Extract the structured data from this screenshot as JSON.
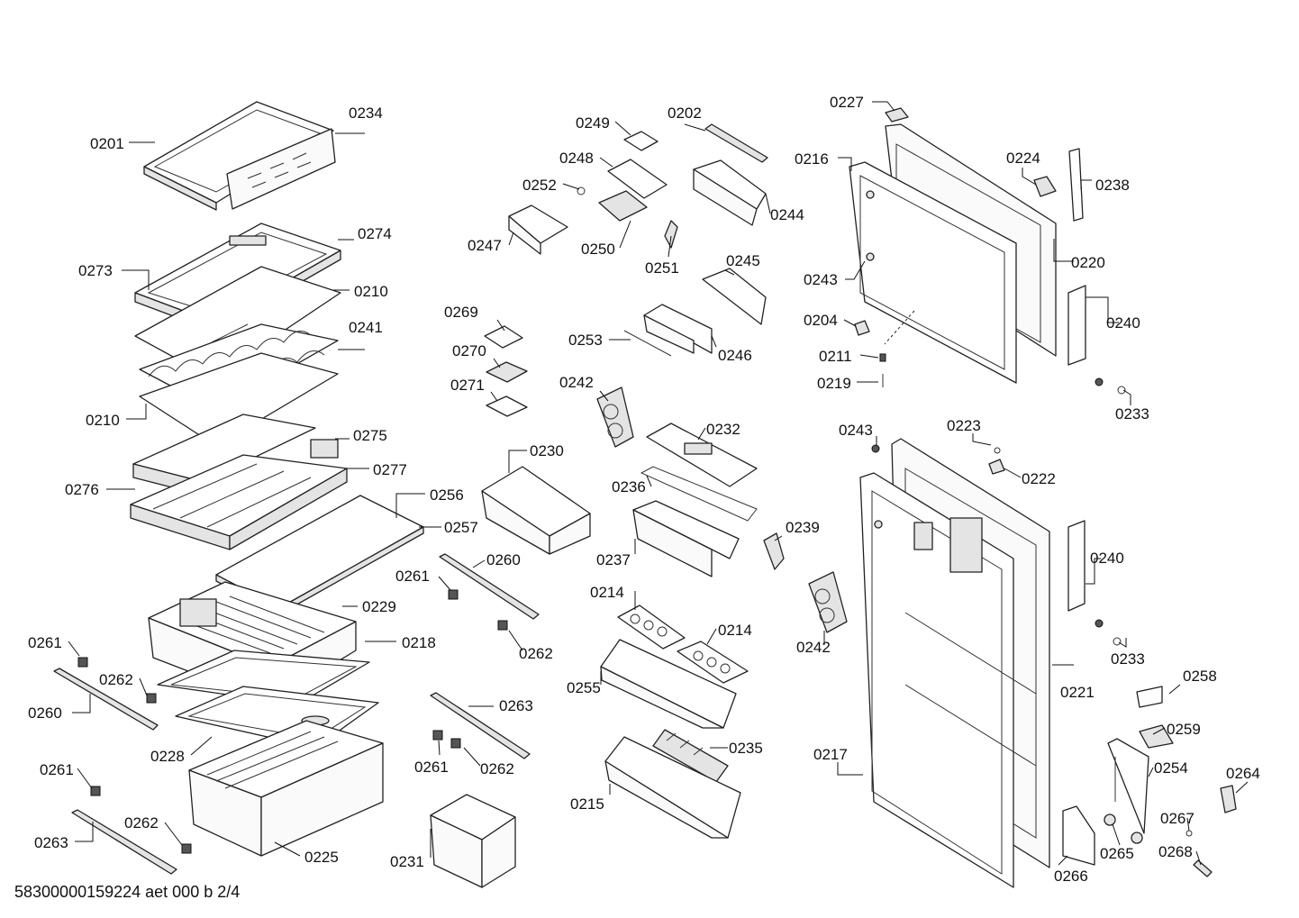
{
  "document_id": "58300000159224 aet 000 b 2/4",
  "callouts": [
    {
      "id": "c01",
      "number": "0201"
    },
    {
      "id": "c02",
      "number": "0234"
    },
    {
      "id": "c03",
      "number": "0274"
    },
    {
      "id": "c04",
      "number": "0273"
    },
    {
      "id": "c05",
      "number": "0210"
    },
    {
      "id": "c06",
      "number": "0241"
    },
    {
      "id": "c07",
      "number": "0210"
    },
    {
      "id": "c08",
      "number": "0275"
    },
    {
      "id": "c09",
      "number": "0277"
    },
    {
      "id": "c10",
      "number": "0276"
    },
    {
      "id": "c11",
      "number": "0256"
    },
    {
      "id": "c12",
      "number": "0257"
    },
    {
      "id": "c13",
      "number": "0229"
    },
    {
      "id": "c14",
      "number": "0218"
    },
    {
      "id": "c15",
      "number": "0261"
    },
    {
      "id": "c16",
      "number": "0262"
    },
    {
      "id": "c17",
      "number": "0260"
    },
    {
      "id": "c18",
      "number": "0228"
    },
    {
      "id": "c19",
      "number": "0261"
    },
    {
      "id": "c20",
      "number": "0262"
    },
    {
      "id": "c21",
      "number": "0263"
    },
    {
      "id": "c22",
      "number": "0225"
    },
    {
      "id": "c23",
      "number": "0249"
    },
    {
      "id": "c24",
      "number": "0202"
    },
    {
      "id": "c25",
      "number": "0248"
    },
    {
      "id": "c26",
      "number": "0252"
    },
    {
      "id": "c27",
      "number": "0247"
    },
    {
      "id": "c28",
      "number": "0250"
    },
    {
      "id": "c29",
      "number": "0251"
    },
    {
      "id": "c30",
      "number": "0244"
    },
    {
      "id": "c31",
      "number": "0245"
    },
    {
      "id": "c32",
      "number": "0269"
    },
    {
      "id": "c33",
      "number": "0270"
    },
    {
      "id": "c34",
      "number": "0271"
    },
    {
      "id": "c35",
      "number": "0253"
    },
    {
      "id": "c36",
      "number": "0246"
    },
    {
      "id": "c37",
      "number": "0242"
    },
    {
      "id": "c38",
      "number": "0230"
    },
    {
      "id": "c39",
      "number": "0232"
    },
    {
      "id": "c40",
      "number": "0236"
    },
    {
      "id": "c41",
      "number": "0237"
    },
    {
      "id": "c42",
      "number": "0239"
    },
    {
      "id": "c43",
      "number": "0260"
    },
    {
      "id": "c44",
      "number": "0261"
    },
    {
      "id": "c45",
      "number": "0262"
    },
    {
      "id": "c46",
      "number": "0214"
    },
    {
      "id": "c47",
      "number": "0214"
    },
    {
      "id": "c48",
      "number": "0255"
    },
    {
      "id": "c49",
      "number": "0242"
    },
    {
      "id": "c50",
      "number": "0263"
    },
    {
      "id": "c51",
      "number": "0261"
    },
    {
      "id": "c52",
      "number": "0262"
    },
    {
      "id": "c53",
      "number": "0235"
    },
    {
      "id": "c54",
      "number": "0215"
    },
    {
      "id": "c55",
      "number": "0231"
    },
    {
      "id": "c56",
      "number": "0227"
    },
    {
      "id": "c57",
      "number": "0216"
    },
    {
      "id": "c58",
      "number": "0224"
    },
    {
      "id": "c59",
      "number": "0238"
    },
    {
      "id": "c60",
      "number": "0220"
    },
    {
      "id": "c61",
      "number": "0243"
    },
    {
      "id": "c62",
      "number": "0240"
    },
    {
      "id": "c63",
      "number": "0204"
    },
    {
      "id": "c64",
      "number": "0211"
    },
    {
      "id": "c65",
      "number": "0219"
    },
    {
      "id": "c66",
      "number": "0233"
    },
    {
      "id": "c67",
      "number": "0243"
    },
    {
      "id": "c68",
      "number": "0223"
    },
    {
      "id": "c69",
      "number": "0222"
    },
    {
      "id": "c70",
      "number": "0240"
    },
    {
      "id": "c71",
      "number": "0233"
    },
    {
      "id": "c72",
      "number": "0221"
    },
    {
      "id": "c73",
      "number": "0258"
    },
    {
      "id": "c74",
      "number": "0259"
    },
    {
      "id": "c75",
      "number": "0217"
    },
    {
      "id": "c76",
      "number": "0254"
    },
    {
      "id": "c77",
      "number": "0264"
    },
    {
      "id": "c78",
      "number": "0267"
    },
    {
      "id": "c79",
      "number": "0268"
    },
    {
      "id": "c80",
      "number": "0265"
    },
    {
      "id": "c81",
      "number": "0266"
    }
  ]
}
